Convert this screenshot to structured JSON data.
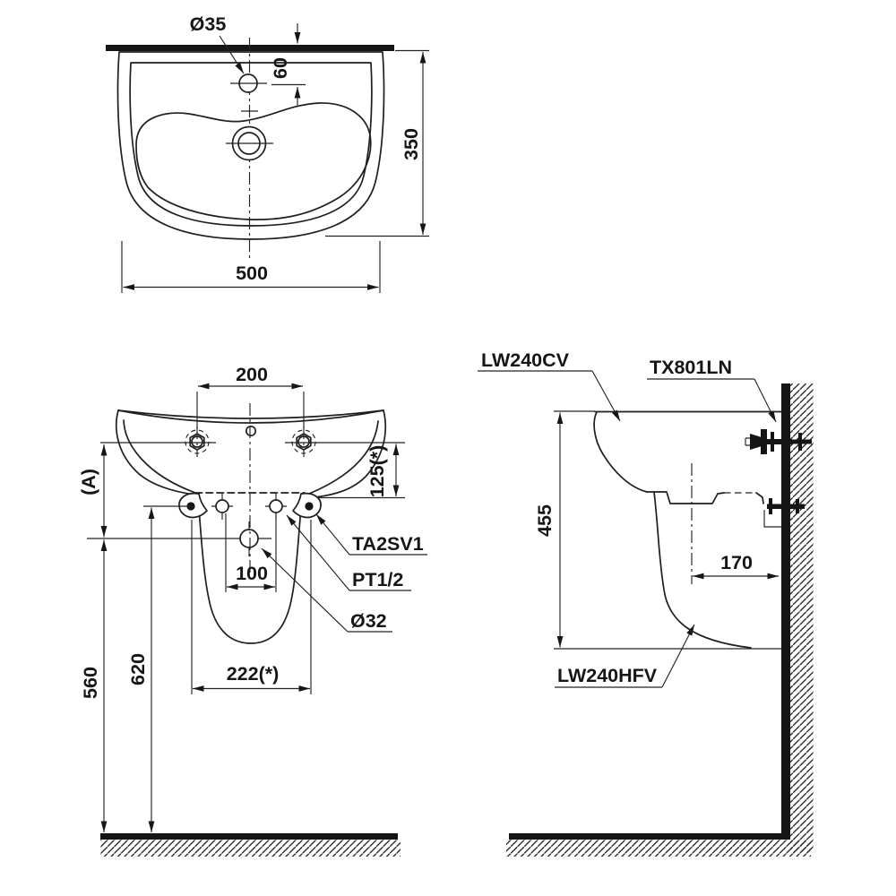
{
  "colors": {
    "ink": "#1f1f1f",
    "background": "#ffffff"
  },
  "top_view": {
    "dim_faucet_hole": "Ø35",
    "dim_hole_offset": "60",
    "dim_depth": "350",
    "dim_width": "500"
  },
  "front_view": {
    "dim_hole_spacing": "200",
    "dim_a": "(A)",
    "dim_rim_height": "125(*)",
    "label_anchor": "TA2SV1",
    "label_supply": "PT1/2",
    "label_drain": "Ø32",
    "dim_supply_spacing": "100",
    "dim_anchor_floor": "620",
    "dim_drain_floor": "560",
    "dim_anchor_spacing": "222(*)"
  },
  "side_view": {
    "label_basin": "LW240CV",
    "label_faucet": "TX801LN",
    "label_pedestal": "LW240HFV",
    "dim_height": "455",
    "dim_drain_offset": "170"
  }
}
